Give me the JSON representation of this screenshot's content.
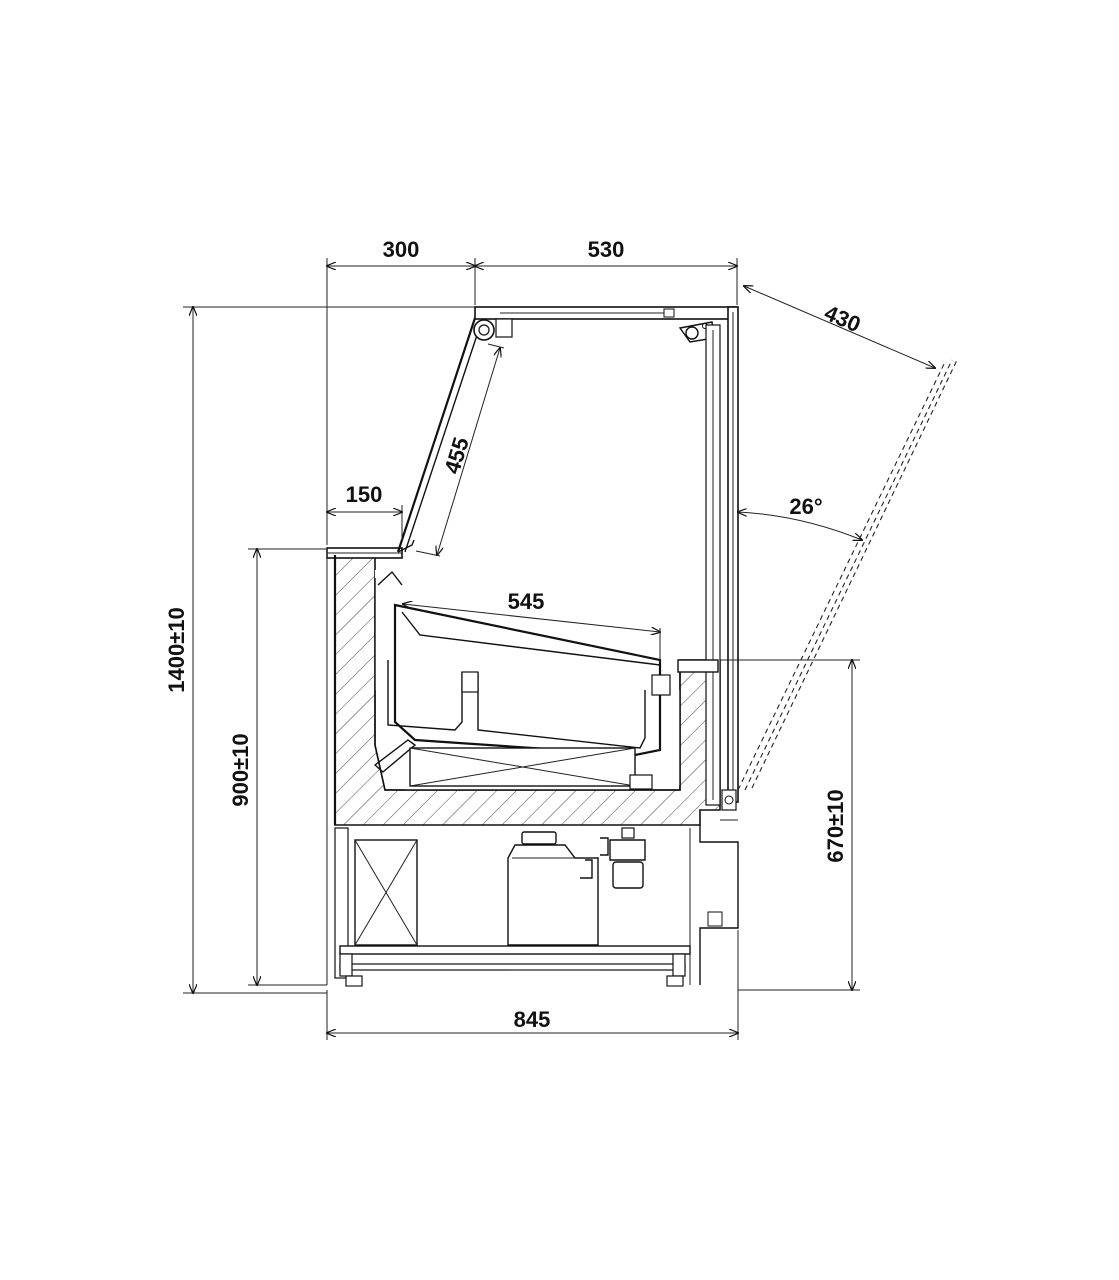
{
  "dimensions": {
    "top_left_width": "300",
    "top_right_width": "530",
    "door_opening": "430",
    "glass_height": "455",
    "counter_depth": "150",
    "tray_length": "545",
    "door_angle": "26°",
    "total_height": "1400±10",
    "counter_height": "900±10",
    "rear_counter_height": "670±10",
    "total_depth": "845"
  },
  "colors": {
    "line": "#111111",
    "background": "#ffffff"
  }
}
